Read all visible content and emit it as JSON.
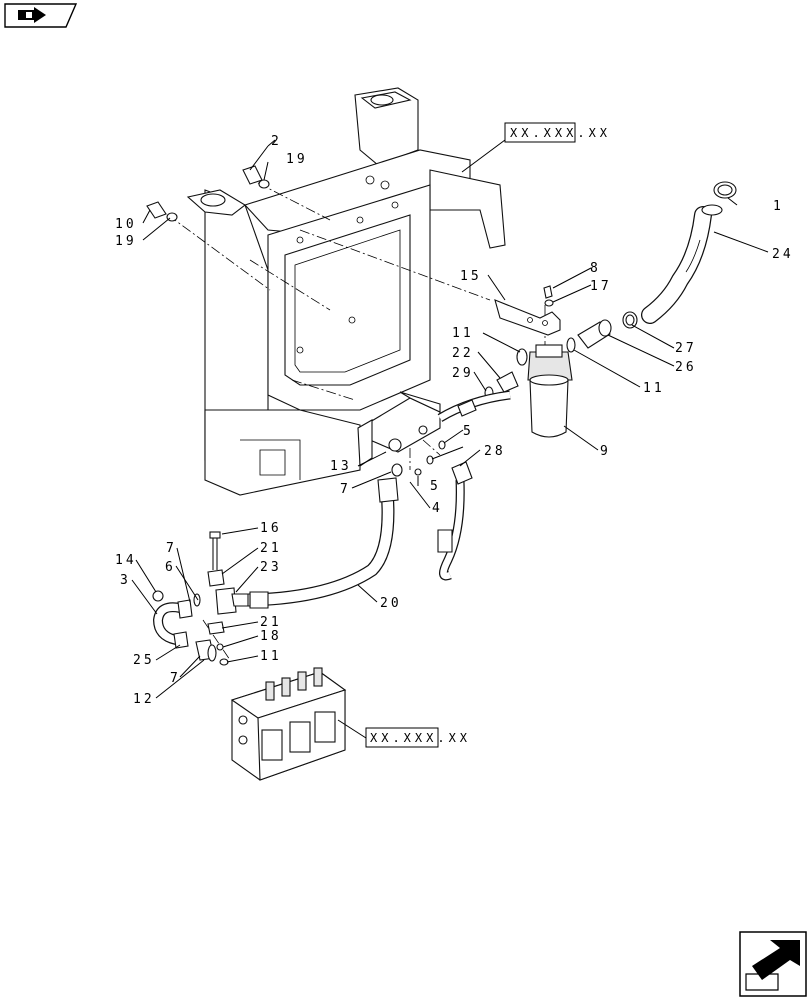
{
  "nav": {
    "top_icon": "back-arrow-icon",
    "bottom_icon": "page-turn-arrow-icon"
  },
  "references": {
    "frame": "XX.XXX.XX",
    "valve": "XX.XXX.XX"
  },
  "callouts": {
    "c1": "1",
    "c2": "2",
    "c3": "3",
    "c4": "4",
    "c5a": "5",
    "c5b": "5",
    "c6": "6",
    "c7a": "7",
    "c7b": "7",
    "c7c": "7",
    "c8": "8",
    "c9": "9",
    "c10": "10",
    "c11a": "11",
    "c11b": "11",
    "c11c": "11",
    "c12": "12",
    "c13": "13",
    "c14": "14",
    "c15": "15",
    "c16": "16",
    "c17": "17",
    "c18": "18",
    "c19a": "19",
    "c19b": "19",
    "c20": "20",
    "c21a": "21",
    "c21b": "21",
    "c22": "22",
    "c23": "23",
    "c24": "24",
    "c25": "25",
    "c26": "26",
    "c27": "27",
    "c28": "28",
    "c29": "29"
  }
}
